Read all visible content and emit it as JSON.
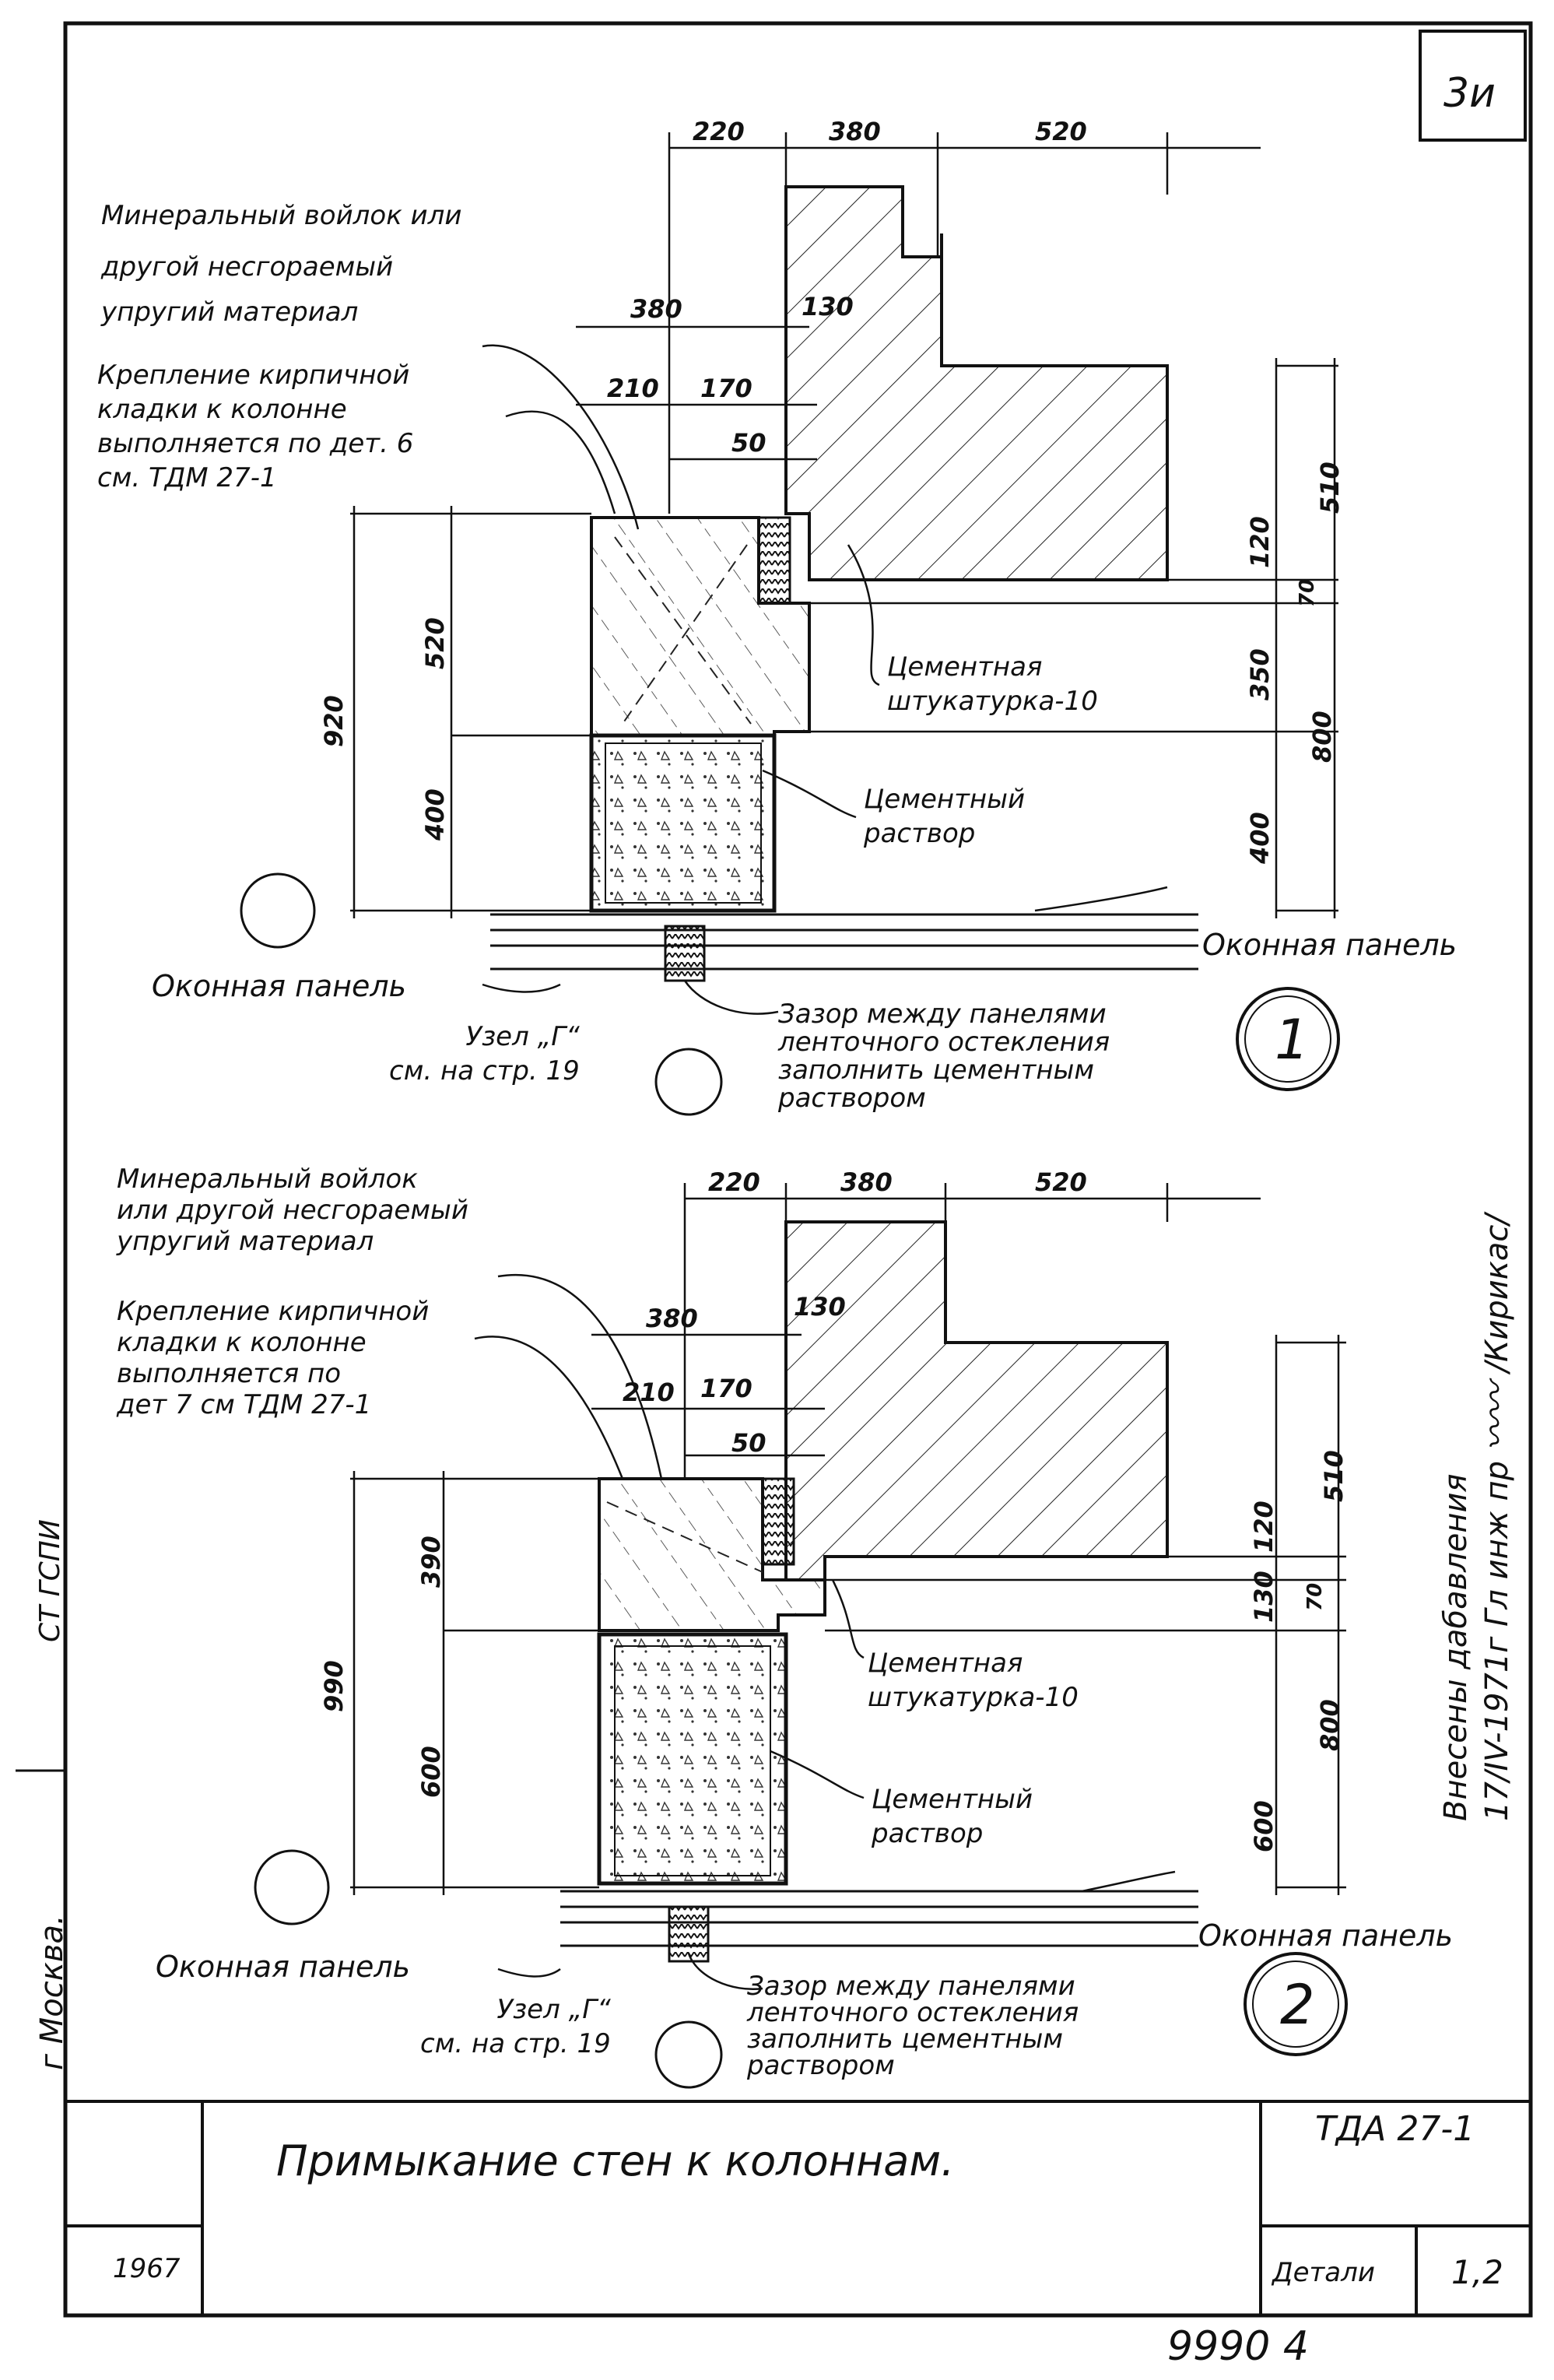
{
  "sheet_mark": "3и",
  "title": "Примыкание стен к колоннам.",
  "year": "1967",
  "code": "ТДА 27-1",
  "section": "Детали",
  "page": "1,2",
  "stamp_number": "9990 4",
  "left_margin": [
    "г Москва.",
    "СТ ГСПИ"
  ],
  "revision_note": [
    "Внесены дабавления",
    "17/IV-1971г Гл инж пр",
    "/Кирикас/"
  ],
  "detail1": {
    "number": "1",
    "dims_top": [
      "220",
      "380",
      "520"
    ],
    "dims_brick": [
      "380",
      "130",
      "210",
      "170",
      "50"
    ],
    "dims_left": [
      "920",
      "520",
      "400"
    ],
    "dims_right": [
      "510",
      "120",
      "70",
      "350",
      "800",
      "400"
    ],
    "notes": {
      "insulation": [
        "Минеральный войлок или",
        "другой несгораемый",
        "упругий материал"
      ],
      "fastening": [
        "Крепление кирпичной",
        "кладки к колонне",
        "выполняется по дет. 6",
        "см. ТДМ 27-1"
      ],
      "plaster": [
        "Цементная",
        "штукатурка-10"
      ],
      "mortar": [
        "Цементный",
        "раствор"
      ],
      "window_right": "Оконная панель",
      "window_left": "Оконная панель",
      "node_ref": [
        "Узел „Г“",
        "см. на стр. 19"
      ],
      "gap": [
        "Зазор между панелями",
        "ленточного остекления",
        "заполнить цементным",
        "раствором"
      ]
    }
  },
  "detail2": {
    "number": "2",
    "dims_top": [
      "220",
      "380",
      "520"
    ],
    "dims_brick": [
      "380",
      "130",
      "210",
      "170",
      "50"
    ],
    "dims_left": [
      "990",
      "390",
      "600"
    ],
    "dims_right": [
      "510",
      "120",
      "70",
      "130",
      "800",
      "600"
    ],
    "notes": {
      "insulation": [
        "Минеральный войлок",
        "или другой несгораемый",
        "упругий материал"
      ],
      "fastening": [
        "Крепление кирпичной",
        "кладки к колонне",
        "выполняется по",
        "дет 7 см ТДМ 27-1"
      ],
      "plaster": [
        "Цементная",
        "штукатурка-10"
      ],
      "mortar": [
        "Цементный",
        "раствор"
      ],
      "window_right": "Оконная панель",
      "window_left": "Оконная панель",
      "node_ref": [
        "Узел „Г“",
        "см. на стр. 19"
      ],
      "gap": [
        "Зазор между панелями",
        "ленточного остекления",
        "заполнить цементным",
        "раствором"
      ]
    }
  }
}
